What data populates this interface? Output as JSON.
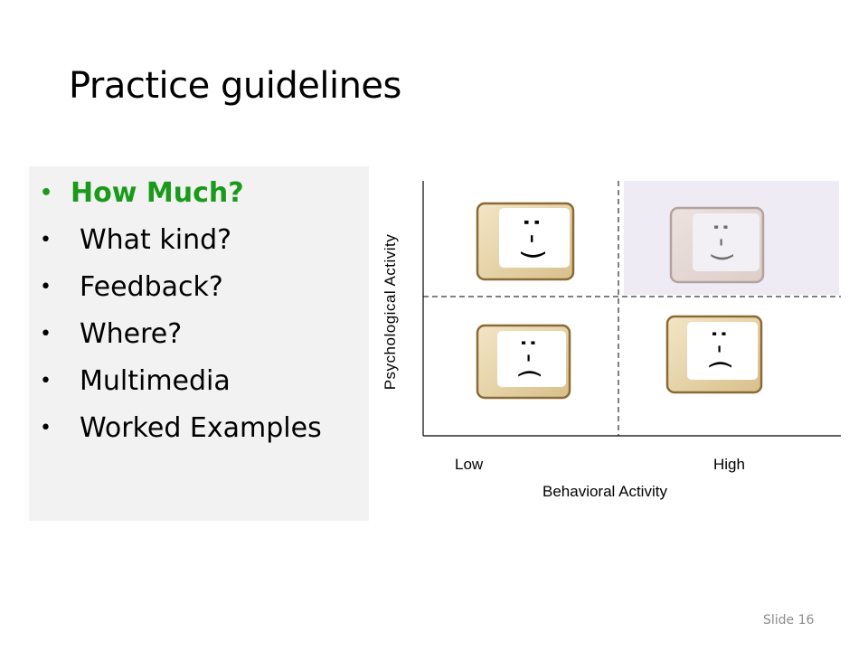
{
  "title": "Practice guidelines",
  "bullets": [
    {
      "text": "How Much?",
      "highlight_color": "#1a9a1a"
    },
    {
      "text": "What kind?"
    },
    {
      "text": "Feedback?"
    },
    {
      "text": "Where?"
    },
    {
      "text": "Multimedia"
    },
    {
      "text": "Worked Examples"
    }
  ],
  "diagram": {
    "y_axis_label": "Psychological Activity",
    "x_axis_label": "Behavioral Activity",
    "x_low": "Low",
    "x_high": "High",
    "quadrants": [
      {
        "position": "top-left",
        "face": "happy",
        "highlighted": false,
        "glyph": ":-)"
      },
      {
        "position": "top-right",
        "face": "happy",
        "highlighted": true,
        "glyph": ":-)"
      },
      {
        "position": "bottom-left",
        "face": "sad",
        "highlighted": false,
        "glyph": ":-("
      },
      {
        "position": "bottom-right",
        "face": "sad",
        "highlighted": false,
        "glyph": ":-("
      }
    ],
    "highlight_color": "#eeebf4"
  },
  "slide_number": "Slide 16"
}
